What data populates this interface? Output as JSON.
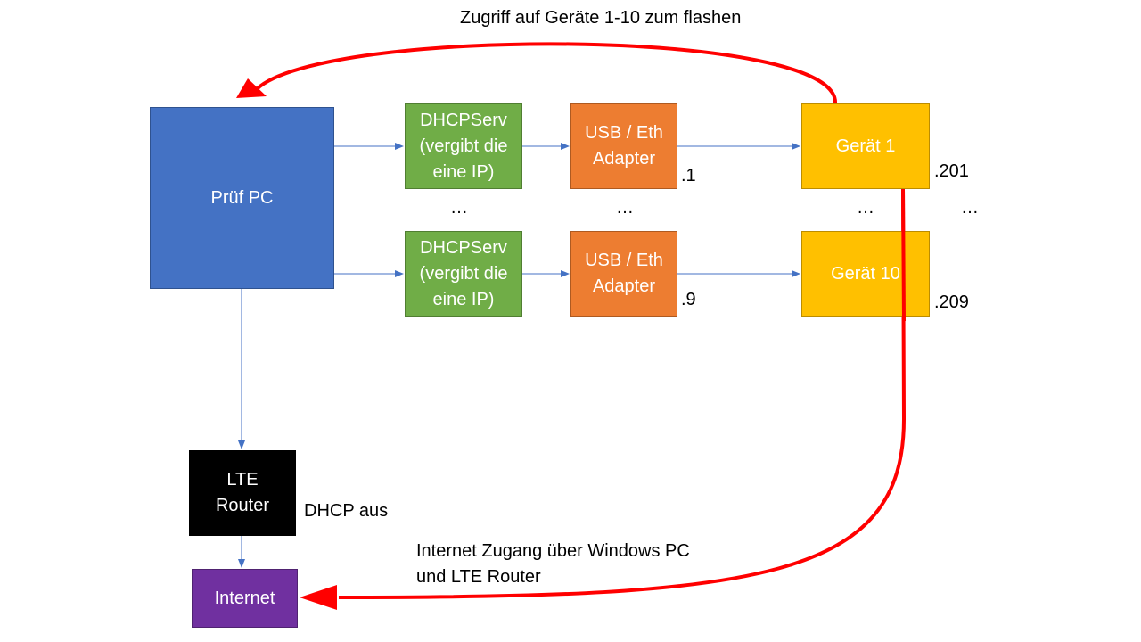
{
  "boxes": {
    "pruef_pc": "Prüf PC",
    "dhcp_server_1": "DHCPServ\n(vergibt die\neine IP)",
    "dhcp_server_2": "DHCPServ\n(vergibt die\neine IP)",
    "usb_adapter_1": "USB / Eth\nAdapter",
    "usb_adapter_2": "USB / Eth\nAdapter",
    "geraet_1": "Gerät 1",
    "geraet_10": "Gerät 10",
    "lte_router": "LTE\nRouter",
    "internet": "Internet"
  },
  "labels": {
    "top_arrow": "Zugriff auf Geräte 1-10 zum flashen",
    "ip_adapter_1": ".1",
    "ip_adapter_2": ".9",
    "ip_geraet_1": ".201",
    "ip_geraet_10": ".209",
    "ellipsis": "…",
    "dhcp_note": "DHCP aus",
    "internet_note": "Internet Zugang über Windows PC\nund LTE Router"
  },
  "colors": {
    "pc": "#4472c4",
    "dhcp": "#70ad47",
    "adapter": "#ed7d31",
    "device": "#ffc000",
    "router": "#000000",
    "internet": "#7030a0",
    "connector": "#4472c4",
    "highlight_arrow": "#ff0000"
  }
}
